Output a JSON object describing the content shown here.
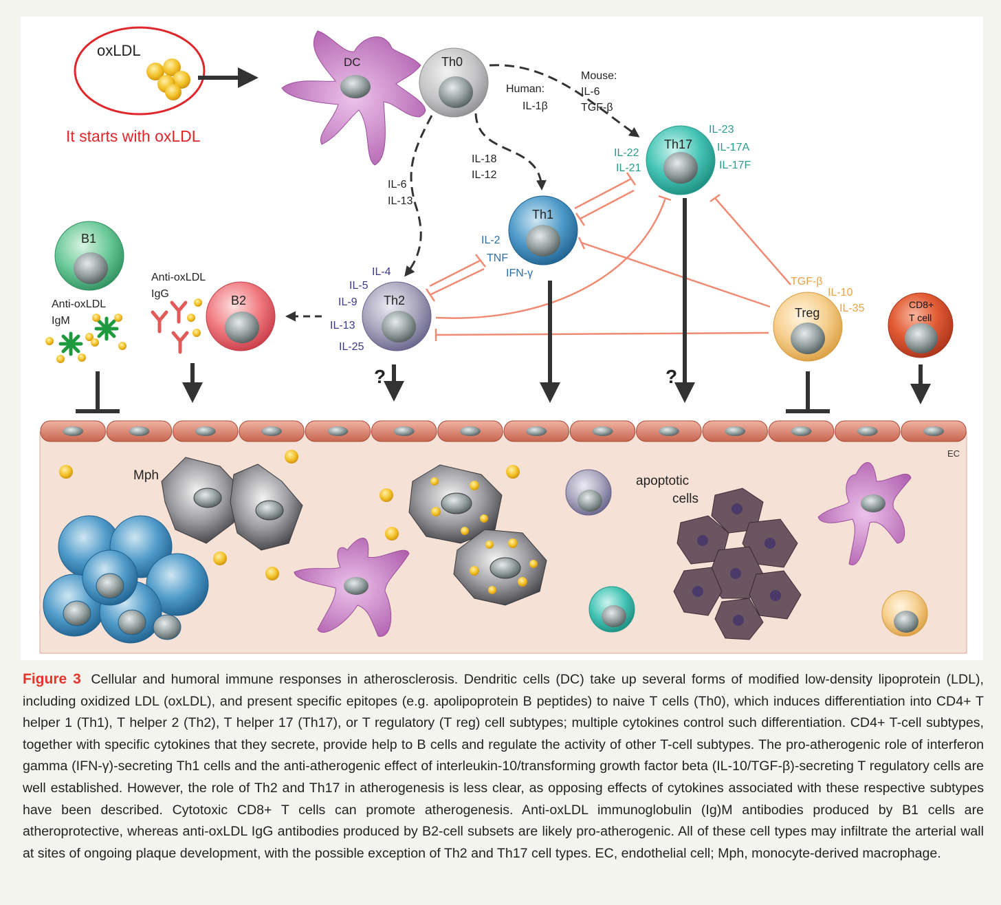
{
  "diagram": {
    "annotation": "It starts with oxLDL",
    "labels": {
      "oxldl": "oxLDL",
      "dc": "DC",
      "th0": "Th0",
      "th1": "Th1",
      "th2": "Th2",
      "th17": "Th17",
      "treg": "Treg",
      "b1": "B1",
      "b2": "B2",
      "cd8_line1": "CD8+",
      "cd8_line2": "T cell",
      "mph": "Mph",
      "ec": "EC",
      "apoptotic_line1": "apoptotic",
      "apoptotic_line2": "cells",
      "question": "?"
    },
    "cytokines": {
      "th0_to_th17_human": [
        "Human:",
        "IL-1β"
      ],
      "th0_to_th17_mouse": [
        "Mouse:",
        "IL-6",
        "TGF-β"
      ],
      "th0_to_th1": [
        "IL-18",
        "IL-12"
      ],
      "th0_to_th2": [
        "IL-6",
        "IL-13"
      ],
      "th17_left": [
        "IL-22",
        "IL-21"
      ],
      "th17_right": [
        "IL-23",
        "IL-17A",
        "IL-17F"
      ],
      "th1": [
        "IL-2",
        "TNF",
        "IFN-γ"
      ],
      "th2": [
        "IL-4",
        "IL-5",
        "IL-9",
        "IL-13",
        "IL-25"
      ],
      "treg": [
        "TGF-β",
        "IL-10",
        "IL-35"
      ]
    },
    "antibodies": {
      "b1_line1": "Anti-oxLDL",
      "b1_line2": "IgM",
      "b2_line1": "Anti-oxLDL",
      "b2_line2": "IgG"
    },
    "colors": {
      "annotation_red": "#e0262a",
      "inhibit_salmon": "#f08a72",
      "th2_text": "#3a3a8c",
      "th1_text": "#2d6ea5",
      "th17_text": "#2a9a8e",
      "treg_text": "#f0a040",
      "dc_purple": "#c46fc2",
      "ec_cell": "#d77e6a",
      "tissue": "#f6e1d7",
      "ldl_yellow": "#f2bf24"
    }
  },
  "caption": {
    "label": "Figure 3",
    "text": "Cellular and humoral immune responses in atherosclerosis. Dendritic cells (DC) take up several forms of modified low-density lipoprotein (LDL), including oxidized LDL (oxLDL), and present specific epitopes (e.g. apolipoprotein B peptides) to naive T cells (Th0), which induces differentiation into CD4+ T helper 1 (Th1), T helper 2 (Th2), T helper 17 (Th17), or T regulatory (T reg) cell subtypes; multiple cytokines control such differentiation. CD4+ T-cell subtypes, together with specific cytokines that they secrete, provide help to B cells and regulate the activity of other T-cell subtypes. The pro-atherogenic role of interferon gamma (IFN-γ)-secreting Th1 cells and the anti-atherogenic effect of interleukin-10/transforming growth factor beta (IL-10/TGF-β)-secreting T regulatory cells are well established. However, the role of Th2 and Th17 in atherogenesis is less clear, as opposing effects of cytokines associated with these respective subtypes have been described. Cytotoxic CD8+ T cells can promote atherogenesis. Anti-oxLDL immunoglobulin (Ig)M antibodies produced by B1 cells are atheroprotective, whereas anti-oxLDL IgG antibodies produced by B2-cell subsets are likely pro-atherogenic. All of these cell types may infiltrate the arterial wall at sites of ongoing plaque development, with the possible exception of Th2 and Th17 cell types. EC, endothelial cell; Mph, monocyte-derived macrophage."
  }
}
